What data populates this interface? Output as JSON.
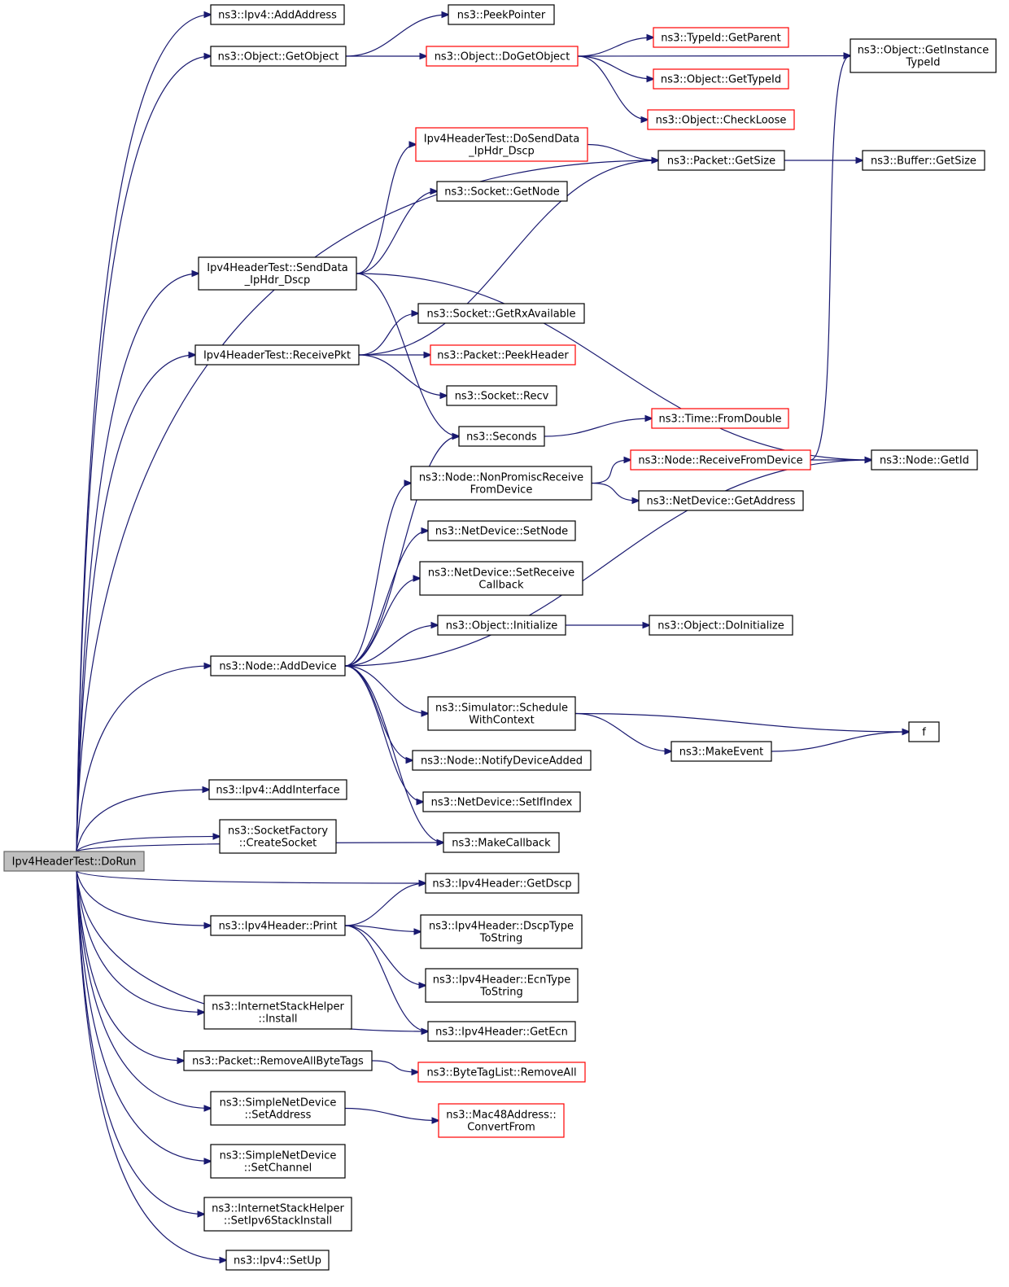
{
  "nodes": {
    "dorun": {
      "lines": [
        "Ipv4HeaderTest::DoRun"
      ],
      "style": "root"
    },
    "addaddress": {
      "lines": [
        "ns3::Ipv4::AddAddress"
      ],
      "style": "black"
    },
    "getobject": {
      "lines": [
        "ns3::Object::GetObject"
      ],
      "style": "black"
    },
    "peekpointer": {
      "lines": [
        "ns3::PeekPointer"
      ],
      "style": "black"
    },
    "dogetobject": {
      "lines": [
        "ns3::Object::DoGetObject"
      ],
      "style": "red"
    },
    "getparent": {
      "lines": [
        "ns3::TypeId::GetParent"
      ],
      "style": "red"
    },
    "getinstancetypeid": {
      "lines": [
        "ns3::Object::GetInstance",
        "TypeId"
      ],
      "style": "black"
    },
    "gettypeid": {
      "lines": [
        "ns3::Object::GetTypeId"
      ],
      "style": "red"
    },
    "checkloose": {
      "lines": [
        "ns3::Object::CheckLoose"
      ],
      "style": "red"
    },
    "dosenddata": {
      "lines": [
        "Ipv4HeaderTest::DoSendData",
        "_IpHdr_Dscp"
      ],
      "style": "red"
    },
    "packetgetsize": {
      "lines": [
        "ns3::Packet::GetSize"
      ],
      "style": "black"
    },
    "buffergetsize": {
      "lines": [
        "ns3::Buffer::GetSize"
      ],
      "style": "black"
    },
    "socketgetnode": {
      "lines": [
        "ns3::Socket::GetNode"
      ],
      "style": "black"
    },
    "senddata": {
      "lines": [
        "Ipv4HeaderTest::SendData",
        "_IpHdr_Dscp"
      ],
      "style": "black"
    },
    "getrxavailable": {
      "lines": [
        "ns3::Socket::GetRxAvailable"
      ],
      "style": "black"
    },
    "receivepkt": {
      "lines": [
        "Ipv4HeaderTest::ReceivePkt"
      ],
      "style": "black"
    },
    "peekheader": {
      "lines": [
        "ns3::Packet::PeekHeader"
      ],
      "style": "red"
    },
    "recv": {
      "lines": [
        "ns3::Socket::Recv"
      ],
      "style": "black"
    },
    "fromdouble": {
      "lines": [
        "ns3::Time::FromDouble"
      ],
      "style": "red"
    },
    "seconds": {
      "lines": [
        "ns3::Seconds"
      ],
      "style": "black"
    },
    "receivefromdevice": {
      "lines": [
        "ns3::Node::ReceiveFromDevice"
      ],
      "style": "red"
    },
    "nodegetid": {
      "lines": [
        "ns3::Node::GetId"
      ],
      "style": "black"
    },
    "nonpromisc": {
      "lines": [
        "ns3::Node::NonPromiscReceive",
        "FromDevice"
      ],
      "style": "black"
    },
    "netdevgetaddress": {
      "lines": [
        "ns3::NetDevice::GetAddress"
      ],
      "style": "black"
    },
    "setnode": {
      "lines": [
        "ns3::NetDevice::SetNode"
      ],
      "style": "black"
    },
    "setreceivecallback": {
      "lines": [
        "ns3::NetDevice::SetReceive",
        "Callback"
      ],
      "style": "black"
    },
    "initialize": {
      "lines": [
        "ns3::Object::Initialize"
      ],
      "style": "black"
    },
    "doinitialize": {
      "lines": [
        "ns3::Object::DoInitialize"
      ],
      "style": "black"
    },
    "adddevice": {
      "lines": [
        "ns3::Node::AddDevice"
      ],
      "style": "black"
    },
    "schedulewithcontext": {
      "lines": [
        "ns3::Simulator::Schedule",
        "WithContext"
      ],
      "style": "black"
    },
    "f": {
      "lines": [
        "f"
      ],
      "style": "black"
    },
    "makeevent": {
      "lines": [
        "ns3::MakeEvent"
      ],
      "style": "black"
    },
    "notifydeviceadded": {
      "lines": [
        "ns3::Node::NotifyDeviceAdded"
      ],
      "style": "black"
    },
    "addinterface": {
      "lines": [
        "ns3::Ipv4::AddInterface"
      ],
      "style": "black"
    },
    "setifindex": {
      "lines": [
        "ns3::NetDevice::SetIfIndex"
      ],
      "style": "black"
    },
    "createsocket": {
      "lines": [
        "ns3::SocketFactory",
        "::CreateSocket"
      ],
      "style": "black"
    },
    "makecallback": {
      "lines": [
        "ns3::MakeCallback"
      ],
      "style": "black"
    },
    "getdscp": {
      "lines": [
        "ns3::Ipv4Header::GetDscp"
      ],
      "style": "black"
    },
    "print": {
      "lines": [
        "ns3::Ipv4Header::Print"
      ],
      "style": "black"
    },
    "dscptypetostring": {
      "lines": [
        "ns3::Ipv4Header::DscpType",
        "ToString"
      ],
      "style": "black"
    },
    "ecntypetostring": {
      "lines": [
        "ns3::Ipv4Header::EcnType",
        "ToString"
      ],
      "style": "black"
    },
    "install": {
      "lines": [
        "ns3::InternetStackHelper",
        "::Install"
      ],
      "style": "black"
    },
    "getecn": {
      "lines": [
        "ns3::Ipv4Header::GetEcn"
      ],
      "style": "black"
    },
    "removeallbytetags": {
      "lines": [
        "ns3::Packet::RemoveAllByteTags"
      ],
      "style": "black"
    },
    "removeall": {
      "lines": [
        "ns3::ByteTagList::RemoveAll"
      ],
      "style": "red"
    },
    "setaddress": {
      "lines": [
        "ns3::SimpleNetDevice",
        "::SetAddress"
      ],
      "style": "black"
    },
    "convertfrom": {
      "lines": [
        "ns3::Mac48Address::",
        "ConvertFrom"
      ],
      "style": "red"
    },
    "setchannel": {
      "lines": [
        "ns3::SimpleNetDevice",
        "::SetChannel"
      ],
      "style": "black"
    },
    "setipv6stackinstall": {
      "lines": [
        "ns3::InternetStackHelper",
        "::SetIpv6StackInstall"
      ],
      "style": "black"
    },
    "setup": {
      "lines": [
        "ns3::Ipv4::SetUp"
      ],
      "style": "black"
    }
  },
  "edges": [
    [
      "dorun",
      "addaddress"
    ],
    [
      "dorun",
      "getobject"
    ],
    [
      "dorun",
      "packetgetsize"
    ],
    [
      "dorun",
      "senddata"
    ],
    [
      "dorun",
      "receivepkt"
    ],
    [
      "dorun",
      "adddevice"
    ],
    [
      "dorun",
      "makecallback"
    ],
    [
      "dorun",
      "addinterface"
    ],
    [
      "dorun",
      "createsocket"
    ],
    [
      "dorun",
      "getdscp"
    ],
    [
      "dorun",
      "print"
    ],
    [
      "dorun",
      "getecn"
    ],
    [
      "dorun",
      "install"
    ],
    [
      "dorun",
      "removeallbytetags"
    ],
    [
      "dorun",
      "setaddress"
    ],
    [
      "dorun",
      "setchannel"
    ],
    [
      "dorun",
      "setipv6stackinstall"
    ],
    [
      "dorun",
      "setup"
    ],
    [
      "getobject",
      "peekpointer"
    ],
    [
      "getobject",
      "dogetobject"
    ],
    [
      "dogetobject",
      "getinstancetypeid"
    ],
    [
      "dogetobject",
      "getparent"
    ],
    [
      "dogetobject",
      "gettypeid"
    ],
    [
      "dogetobject",
      "checkloose"
    ],
    [
      "senddata",
      "dosenddata"
    ],
    [
      "senddata",
      "socketgetnode"
    ],
    [
      "senddata",
      "nodegetid"
    ],
    [
      "senddata",
      "seconds"
    ],
    [
      "dosenddata",
      "packetgetsize"
    ],
    [
      "packetgetsize",
      "buffergetsize"
    ],
    [
      "receivepkt",
      "packetgetsize"
    ],
    [
      "receivepkt",
      "getrxavailable"
    ],
    [
      "receivepkt",
      "peekheader"
    ],
    [
      "receivepkt",
      "recv"
    ],
    [
      "seconds",
      "fromdouble"
    ],
    [
      "nonpromisc",
      "receivefromdevice"
    ],
    [
      "nonpromisc",
      "netdevgetaddress"
    ],
    [
      "receivefromdevice",
      "getinstancetypeid"
    ],
    [
      "receivefromdevice",
      "nodegetid"
    ],
    [
      "adddevice",
      "seconds"
    ],
    [
      "adddevice",
      "nonpromisc"
    ],
    [
      "adddevice",
      "setnode"
    ],
    [
      "adddevice",
      "setreceivecallback"
    ],
    [
      "adddevice",
      "initialize"
    ],
    [
      "adddevice",
      "nodegetid"
    ],
    [
      "adddevice",
      "schedulewithcontext"
    ],
    [
      "adddevice",
      "notifydeviceadded"
    ],
    [
      "adddevice",
      "setifindex"
    ],
    [
      "adddevice",
      "makecallback"
    ],
    [
      "initialize",
      "doinitialize"
    ],
    [
      "schedulewithcontext",
      "f"
    ],
    [
      "schedulewithcontext",
      "makeevent"
    ],
    [
      "makeevent",
      "f"
    ],
    [
      "print",
      "getdscp"
    ],
    [
      "print",
      "dscptypetostring"
    ],
    [
      "print",
      "ecntypetostring"
    ],
    [
      "print",
      "getecn"
    ],
    [
      "removeallbytetags",
      "removeall"
    ],
    [
      "setaddress",
      "convertfrom"
    ]
  ]
}
